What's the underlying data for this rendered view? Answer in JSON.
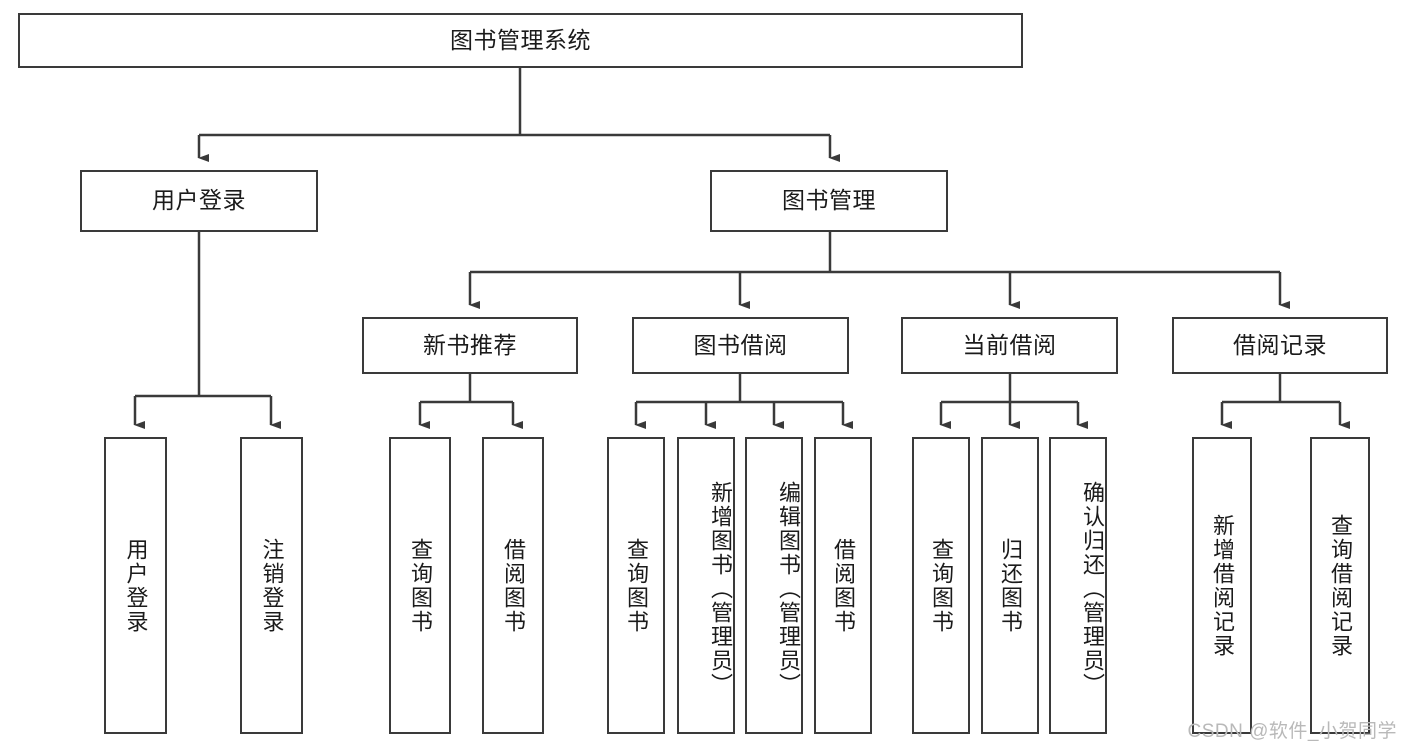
{
  "diagram": {
    "type": "tree-hierarchy",
    "title": "图书管理系统",
    "orientation": "top-down",
    "colors": {
      "stroke": "#3a3a3a",
      "fill": "#ffffff",
      "text": "#1b1b1b",
      "watermark": "#b9b9b9"
    },
    "levels": {
      "root": {
        "label": "图书管理系统"
      },
      "tier2": [
        {
          "id": "user-login",
          "label": "用户登录"
        },
        {
          "id": "book-management",
          "label": "图书管理"
        }
      ],
      "tier3": [
        {
          "id": "new-book-recommend",
          "label": "新书推荐",
          "parent": "book-management"
        },
        {
          "id": "book-borrow",
          "label": "图书借阅",
          "parent": "book-management"
        },
        {
          "id": "current-borrow",
          "label": "当前借阅",
          "parent": "book-management"
        },
        {
          "id": "borrow-record",
          "label": "借阅记录",
          "parent": "book-management"
        }
      ],
      "leaves": [
        {
          "id": "leaf-user-login",
          "label": "用户登录",
          "parent": "user-login"
        },
        {
          "id": "leaf-logout-login",
          "label": "注销登录",
          "parent": "user-login"
        },
        {
          "id": "leaf-query-book-1",
          "label": "查询图书",
          "parent": "new-book-recommend"
        },
        {
          "id": "leaf-borrow-book-1",
          "label": "借阅图书",
          "parent": "new-book-recommend"
        },
        {
          "id": "leaf-query-book-2",
          "label": "查询图书",
          "parent": "book-borrow"
        },
        {
          "id": "leaf-add-book",
          "label": "新增图书（管理员）",
          "parent": "book-borrow"
        },
        {
          "id": "leaf-edit-book",
          "label": "编辑图书（管理员）",
          "parent": "book-borrow"
        },
        {
          "id": "leaf-borrow-book-2",
          "label": "借阅图书",
          "parent": "book-borrow"
        },
        {
          "id": "leaf-query-book-3",
          "label": "查询图书",
          "parent": "current-borrow"
        },
        {
          "id": "leaf-return-book",
          "label": "归还图书",
          "parent": "current-borrow"
        },
        {
          "id": "leaf-confirm-return",
          "label": "确认归还（管理员）",
          "parent": "current-borrow"
        },
        {
          "id": "leaf-add-record",
          "label": "新增借阅记录",
          "parent": "borrow-record"
        },
        {
          "id": "leaf-query-record",
          "label": "查询借阅记录",
          "parent": "borrow-record"
        }
      ]
    }
  },
  "watermark": {
    "text": "CSDN @软件_小贺同学"
  }
}
